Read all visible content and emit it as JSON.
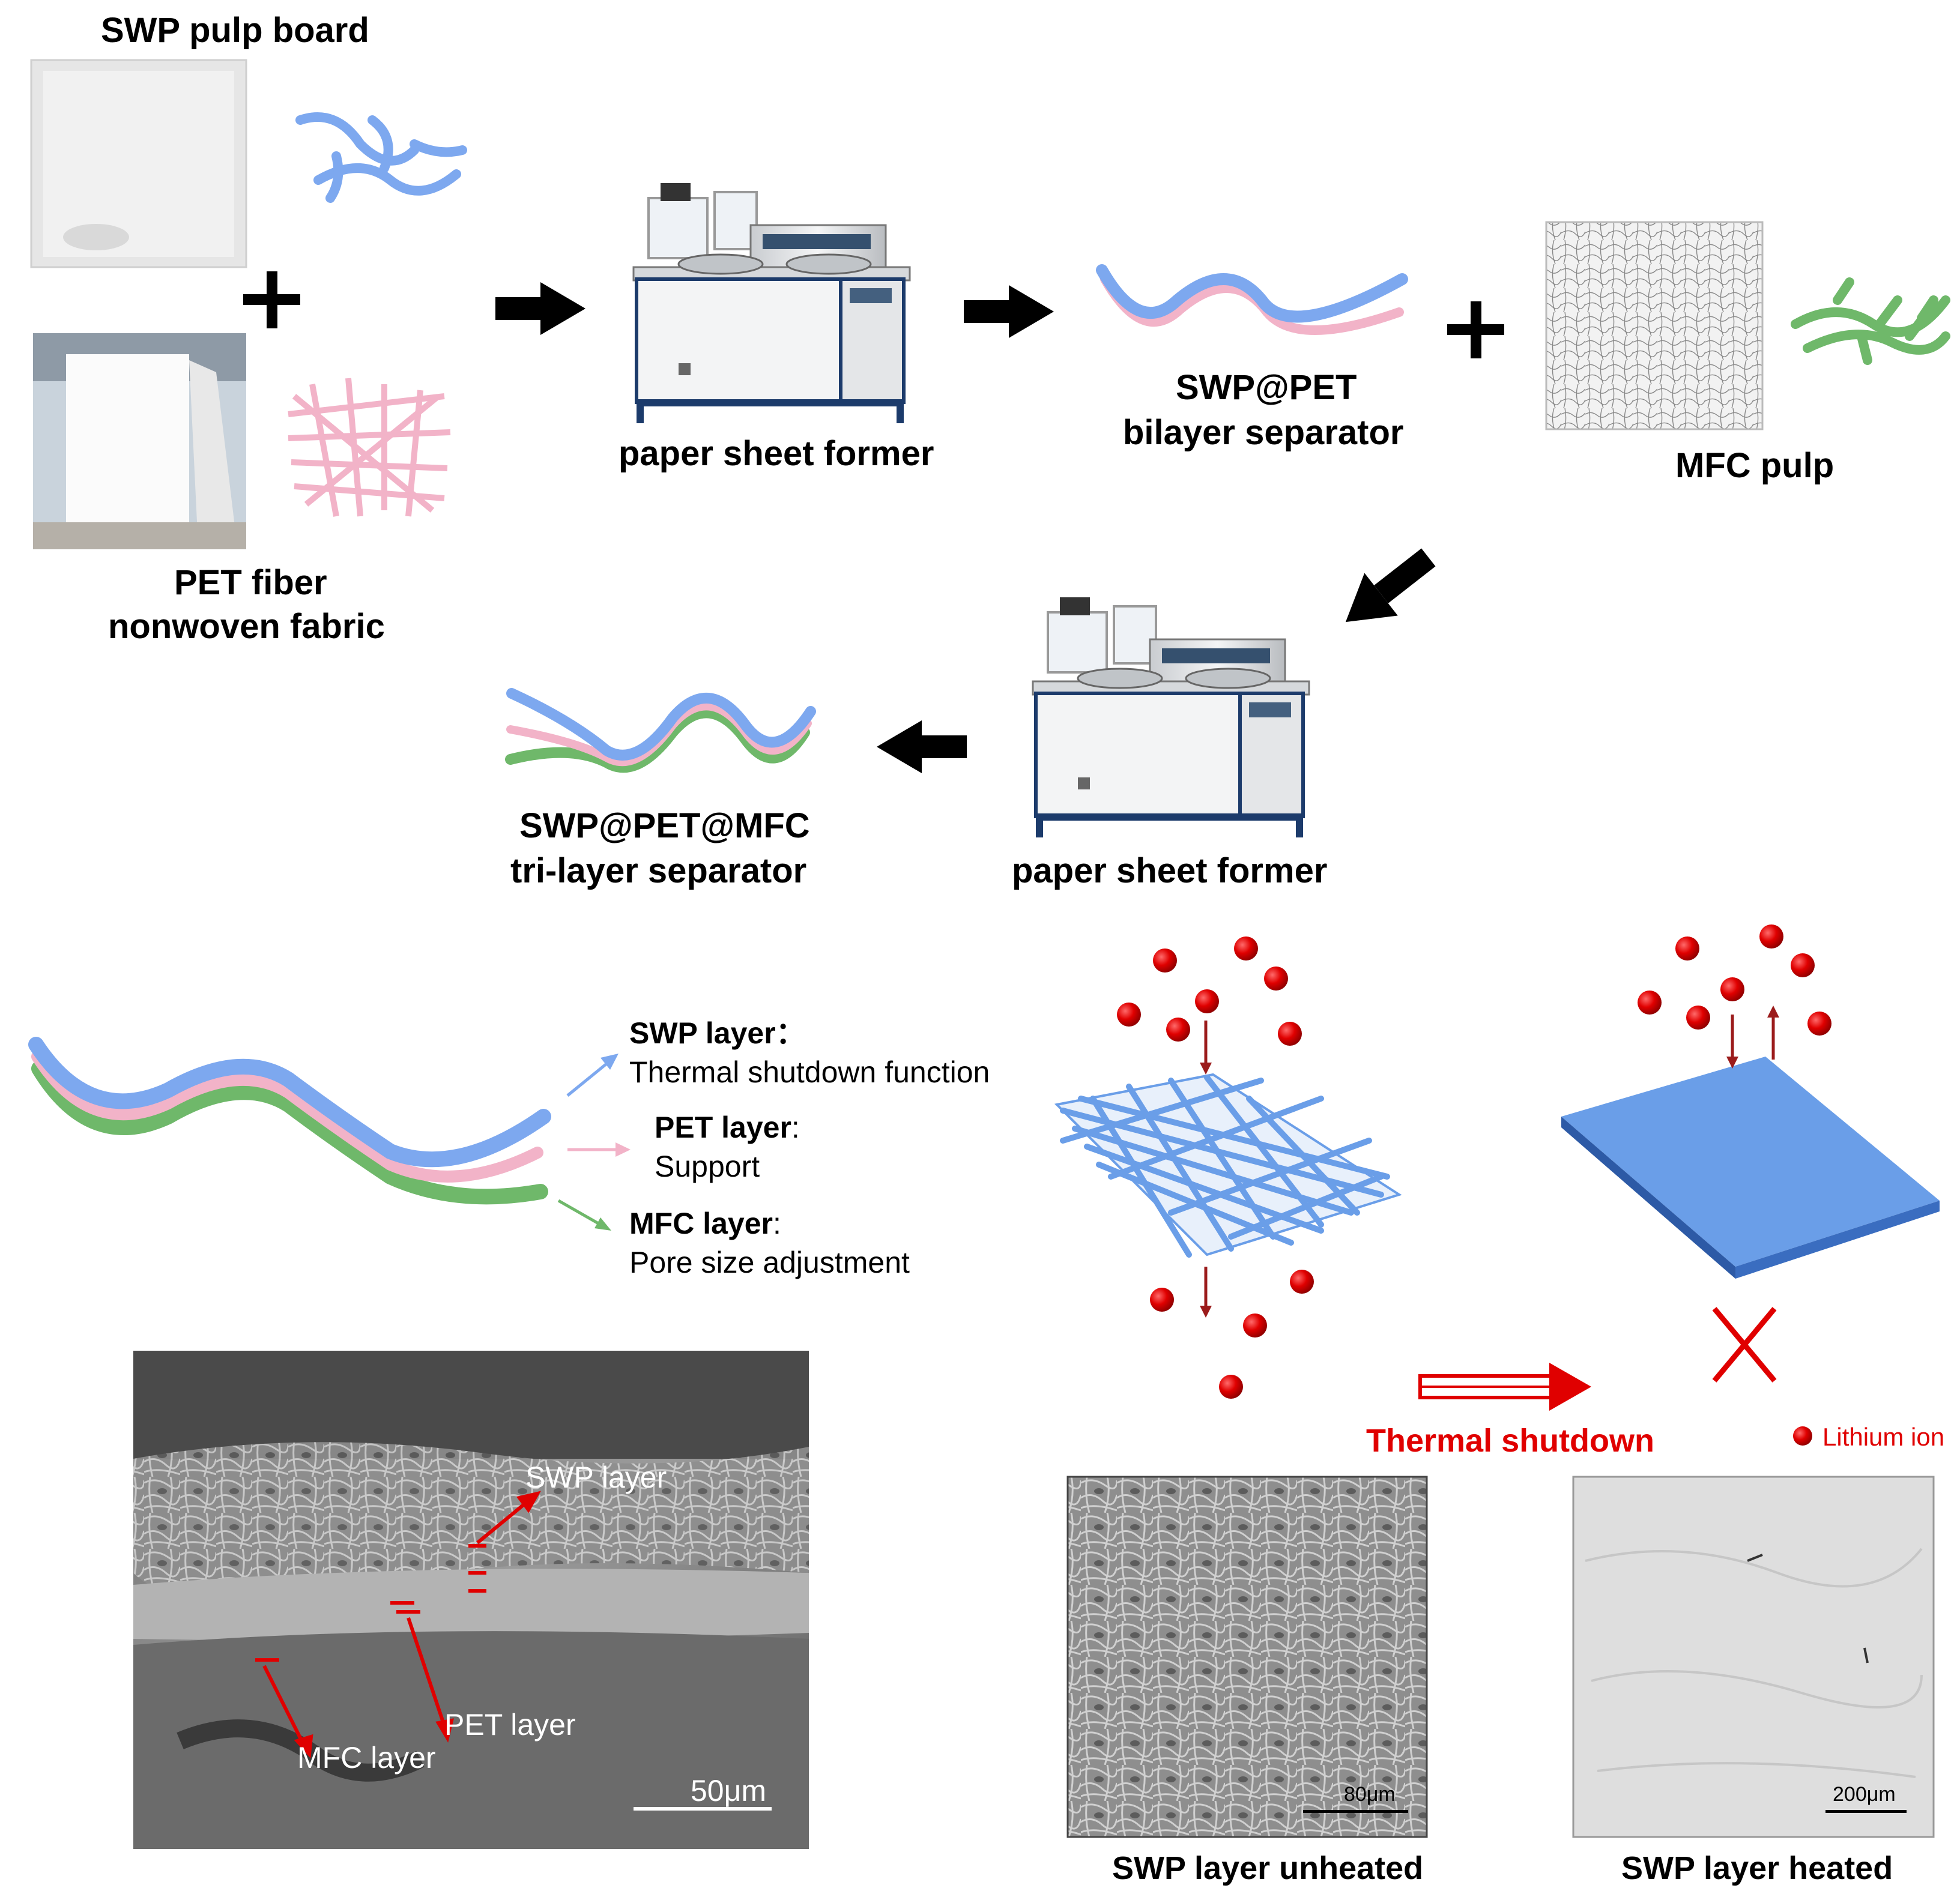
{
  "figure": {
    "top_row": {
      "swp_pulp_board_label": "SWP pulp board",
      "pet_fiber_label_line1": "PET fiber",
      "pet_fiber_label_line2": "nonwoven fabric",
      "former1_label": "paper sheet former",
      "bilayer_label_line1": "SWP@PET",
      "bilayer_label_line2": "bilayer separator",
      "mfc_pulp_label": "MFC pulp"
    },
    "second_row": {
      "former2_label": "paper sheet former",
      "trilayer_label_line1": "SWP@PET@MFC",
      "trilayer_label_line2": "tri-layer  separator"
    },
    "layers_legend": {
      "swp_title": "SWP layer：",
      "swp_desc": "Thermal shutdown function",
      "pet_title": "PET layer",
      "pet_colon": ":",
      "pet_desc": "Support",
      "mfc_title": "MFC layer",
      "mfc_colon": ":",
      "mfc_desc": "Pore size adjustment"
    },
    "sem_cross_section": {
      "swp_label": "SWP layer",
      "pet_label": "PET layer",
      "mfc_label": "MFC layer",
      "scale": "50μm"
    },
    "shutdown": {
      "title": "Thermal shutdown",
      "legend": "Lithium ion"
    },
    "sem_surfaces": {
      "unheated_label": "SWP layer unheated",
      "unheated_scale": "80μm",
      "heated_label": "SWP layer heated",
      "heated_scale": "200μm"
    },
    "colors": {
      "swp": "#7da8ef",
      "pet": "#f2b3c8",
      "mfc": "#6fb86a",
      "arrow": "#000000",
      "ion": "#e00000",
      "membrane": "#6a9ee8"
    }
  }
}
